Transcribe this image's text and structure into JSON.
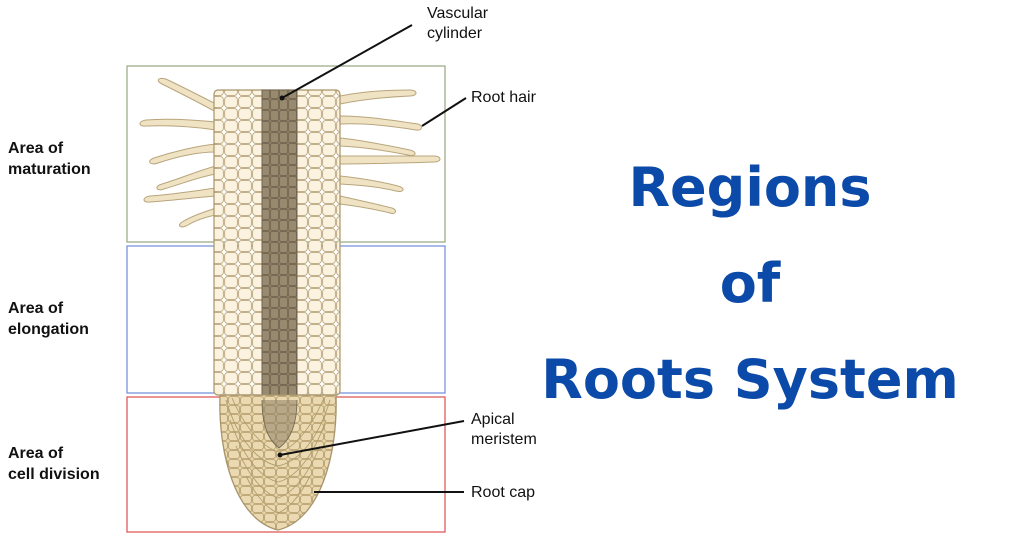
{
  "heading": {
    "line1": "Regions",
    "line2": "of",
    "line3": "Roots System",
    "color": "#0b4aa8"
  },
  "regions": {
    "maturation": {
      "line1": "Area of",
      "line2": "maturation",
      "border_color": "#9fae8a"
    },
    "elongation": {
      "line1": "Area of",
      "line2": "elongation",
      "border_color": "#7b93dd"
    },
    "cell_division": {
      "line1": "Area of",
      "line2": "cell division",
      "border_color": "#e05a5a"
    }
  },
  "parts": {
    "vascular_cylinder": {
      "line1": "Vascular",
      "line2": "cylinder"
    },
    "root_hair": "Root hair",
    "apical_meristem": {
      "line1": "Apical",
      "line2": "meristem"
    },
    "root_cap": "Root cap"
  },
  "colors": {
    "cortex": "#fbf3df",
    "cell_line": "#b9a57c",
    "vascular": "#8e7f64",
    "cap": "#e6d4a8",
    "hair": "#efe3c4"
  }
}
